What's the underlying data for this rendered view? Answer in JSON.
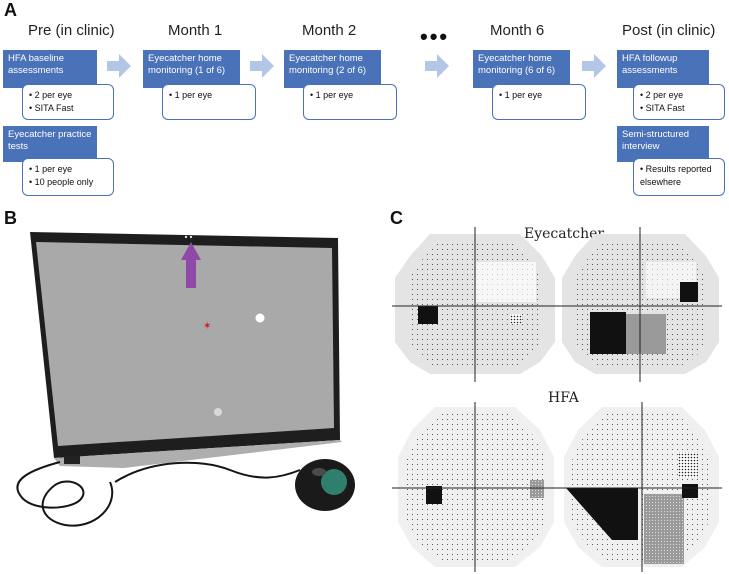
{
  "panels": {
    "a": "A",
    "b": "B",
    "c": "C"
  },
  "timeline": {
    "columns": [
      {
        "title": "Pre (in clinic)"
      },
      {
        "title": "Month 1"
      },
      {
        "title": "Month 2"
      },
      {
        "title": "Month 6"
      },
      {
        "title": "Post (in clinic)"
      }
    ],
    "ellipsis": "•••",
    "boxes": {
      "hfa_baseline": {
        "title": "HFA baseline assessments",
        "items": [
          "2 per eye",
          "SITA Fast"
        ]
      },
      "practice": {
        "title": "Eyecatcher practice tests",
        "items": [
          "1 per eye",
          "10 people only"
        ]
      },
      "m1": {
        "title": "Eyecatcher home monitoring (1 of 6)",
        "items": [
          "1 per eye"
        ]
      },
      "m2": {
        "title": "Eyecatcher home monitoring (2 of 6)",
        "items": [
          "1 per eye"
        ]
      },
      "m6": {
        "title": "Eyecatcher home monitoring (6 of 6)",
        "items": [
          "1 per eye"
        ]
      },
      "hfa_followup": {
        "title": "HFA followup assessments",
        "items": [
          "2 per eye",
          "SITA Fast"
        ]
      },
      "interview": {
        "title": "Semi-structured interview",
        "items": [
          "Results reported elsewhere"
        ]
      }
    }
  },
  "fields": {
    "eyecatcher_title": "Eyecatcher",
    "hfa_title": "HFA"
  },
  "colors": {
    "box_blue": "#4a72b8",
    "arrow": "#b3c6e7",
    "pointer_arrow": "#8e4aa6",
    "screen": "#a9a9a9"
  }
}
